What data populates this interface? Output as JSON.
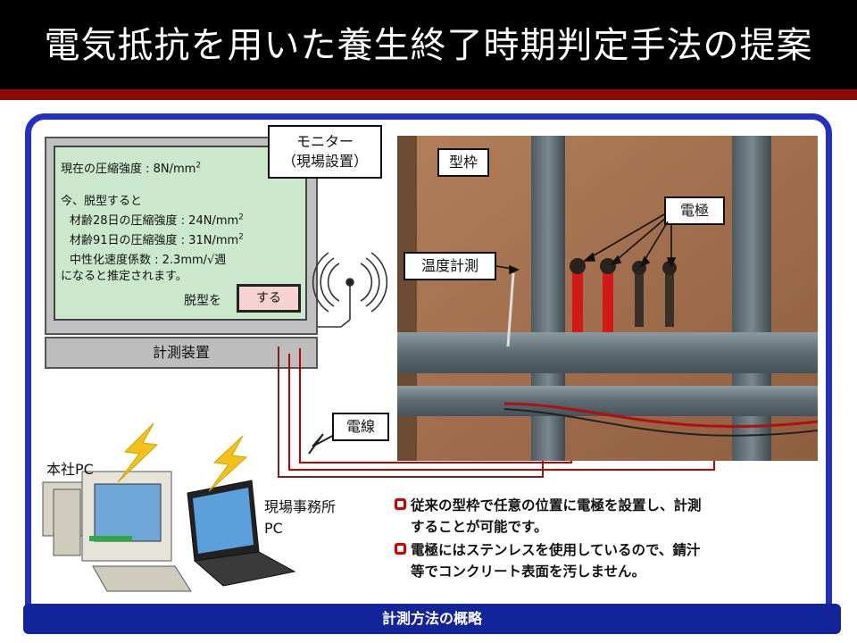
{
  "header": {
    "title": "電気抵抗を用いた養生終了時期判定手法の提案"
  },
  "monitor": {
    "line1": "現在の圧縮強度 : 8N/mm",
    "line1_sup": "2",
    "line2": "今、脱型すると",
    "line3": "材齢28日の圧縮強度 : 24N/mm",
    "line3_sup": "2",
    "line4": "材齢91日の圧縮強度 : 31N/mm",
    "line4_sup": "2",
    "line5": "中性化速度係数 : 2.3mm/√週",
    "line6": "になると推定されます。",
    "prompt": "脱型を",
    "button": "する"
  },
  "labels": {
    "monitor_callout_1": "モニター",
    "monitor_callout_2": "（現場設置）",
    "device": "計測装置",
    "formwork": "型枠",
    "electrode": "電極",
    "temperature": "温度計測",
    "wire": "電線",
    "hq_pc": "本社PC",
    "site_pc_1": "現場事務所",
    "site_pc_2": "PC"
  },
  "bullets": [
    {
      "line1": "従来の型枠で任意の位置に電極を設置し、計測",
      "line2": "することが可能です。"
    },
    {
      "line1": "電極にはステンレスを使用しているので、錆汁",
      "line2": "等でコンクリート表面を汚しません。"
    }
  ],
  "footer": {
    "caption": "計測方法の概略"
  },
  "colors": {
    "title_bg": "#000000",
    "accent_red": "#8f0a0a",
    "frame_blue": "#2430c0",
    "footer_blue": "#13249a",
    "screen_green": "#cce8cc"
  }
}
